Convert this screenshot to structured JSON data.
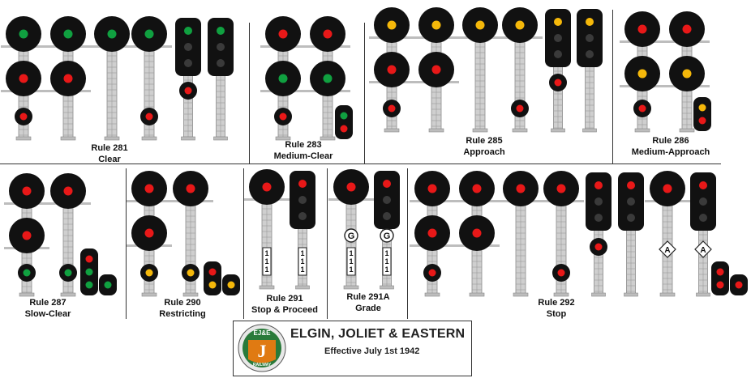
{
  "colors": {
    "red": "#e81818",
    "green": "#10a040",
    "yellow": "#f5b80a",
    "unlit": "#3a3a3a",
    "head": "#111111",
    "mast": "#cfcfcf",
    "emblem_orange": "#e07a12",
    "emblem_green": "#2a7a3a"
  },
  "rules": [
    {
      "id": "281",
      "title": "Rule 281",
      "name": "Clear",
      "signals": [
        {
          "type": "sema",
          "aspects": [
            "green",
            "red"
          ],
          "dwarf": "red"
        },
        {
          "type": "sema",
          "aspects": [
            "green",
            "red"
          ]
        },
        {
          "type": "sema",
          "aspects": [
            "green"
          ]
        },
        {
          "type": "sema",
          "aspects": [
            "green"
          ],
          "dwarf": "red"
        },
        {
          "type": "light",
          "lamps": [
            "green",
            "unlit",
            "unlit"
          ],
          "dwarf": "red"
        },
        {
          "type": "light",
          "lamps": [
            "green",
            "unlit",
            "unlit"
          ]
        }
      ]
    },
    {
      "id": "283",
      "title": "Rule 283",
      "name": "Medium-Clear",
      "signals": [
        {
          "type": "sema",
          "aspects": [
            "red",
            "green"
          ],
          "dwarf": "red"
        },
        {
          "type": "sema",
          "aspects": [
            "red",
            "green"
          ]
        },
        {
          "type": "dwarf",
          "lamps": [
            "green",
            "red"
          ]
        }
      ]
    },
    {
      "id": "285",
      "title": "Rule 285",
      "name": "Approach",
      "signals": [
        {
          "type": "sema",
          "aspects": [
            "yellow",
            "red"
          ],
          "dwarf": "red"
        },
        {
          "type": "sema",
          "aspects": [
            "yellow",
            "red"
          ]
        },
        {
          "type": "sema",
          "aspects": [
            "yellow"
          ]
        },
        {
          "type": "sema",
          "aspects": [
            "yellow"
          ],
          "dwarf": "red"
        },
        {
          "type": "light",
          "lamps": [
            "yellow",
            "unlit",
            "unlit"
          ],
          "dwarf": "red"
        },
        {
          "type": "light",
          "lamps": [
            "yellow",
            "unlit",
            "unlit"
          ]
        }
      ]
    },
    {
      "id": "286",
      "title": "Rule 286",
      "name": "Medium-Approach",
      "signals": [
        {
          "type": "sema",
          "aspects": [
            "red",
            "yellow"
          ],
          "dwarf": "red"
        },
        {
          "type": "sema",
          "aspects": [
            "red",
            "yellow"
          ]
        },
        {
          "type": "dwarf",
          "lamps": [
            "yellow",
            "red"
          ]
        }
      ]
    },
    {
      "id": "287",
      "title": "Rule 287",
      "name": "Slow-Clear",
      "signals": [
        {
          "type": "sema",
          "aspects": [
            "red",
            "red"
          ],
          "dwarf": "green"
        },
        {
          "type": "sema",
          "aspects": [
            "red"
          ],
          "dwarf": "green"
        },
        {
          "type": "dwarf",
          "lamps": [
            "red",
            "green",
            "green"
          ]
        },
        {
          "type": "dwarf",
          "lamps": [
            "green"
          ]
        }
      ]
    },
    {
      "id": "290",
      "title": "Rule 290",
      "name": "Restricting",
      "signals": [
        {
          "type": "sema",
          "aspects": [
            "red",
            "red"
          ],
          "dwarf": "yellow"
        },
        {
          "type": "sema",
          "aspects": [
            "red"
          ],
          "dwarf": "yellow"
        },
        {
          "type": "dwarf",
          "lamps": [
            "red",
            "yellow"
          ]
        },
        {
          "type": "dwarf",
          "lamps": [
            "yellow"
          ]
        }
      ]
    },
    {
      "id": "291",
      "title": "Rule 291",
      "name": "Stop & Proceed",
      "signals": [
        {
          "type": "sema",
          "aspects": [
            "red"
          ],
          "number_plate": "111"
        },
        {
          "type": "light",
          "lamps": [
            "red",
            "unlit",
            "unlit"
          ],
          "number_plate": "111"
        }
      ]
    },
    {
      "id": "291A",
      "title": "Rule 291A",
      "name": "Grade",
      "signals": [
        {
          "type": "sema",
          "aspects": [
            "red"
          ],
          "number_plate": "111",
          "g_plate": "G"
        },
        {
          "type": "light",
          "lamps": [
            "red",
            "unlit",
            "unlit"
          ],
          "number_plate": "111",
          "g_plate": "G"
        }
      ]
    },
    {
      "id": "292",
      "title": "Rule 292",
      "name": "Stop",
      "signals": [
        {
          "type": "sema",
          "aspects": [
            "red",
            "red"
          ],
          "dwarf": "red"
        },
        {
          "type": "sema",
          "aspects": [
            "red",
            "red"
          ]
        },
        {
          "type": "sema",
          "aspects": [
            "red"
          ]
        },
        {
          "type": "sema",
          "aspects": [
            "red"
          ],
          "dwarf": "red"
        },
        {
          "type": "light",
          "lamps": [
            "red",
            "unlit",
            "unlit"
          ],
          "dwarf": "red"
        },
        {
          "type": "light",
          "lamps": [
            "red",
            "unlit",
            "unlit"
          ]
        },
        {
          "type": "sema",
          "aspects": [
            "red"
          ],
          "a_plate": "A"
        },
        {
          "type": "light",
          "lamps": [
            "red",
            "unlit",
            "unlit"
          ],
          "a_plate": "A"
        },
        {
          "type": "dwarf",
          "lamps": [
            "red",
            "red"
          ]
        },
        {
          "type": "dwarf",
          "lamps": [
            "red"
          ]
        }
      ]
    }
  ],
  "footer": {
    "company": "ELGIN, JOLIET & EASTERN",
    "effective": "Effective July 1st 1942",
    "emblem_top": "EJ&E",
    "emblem_letter": "J",
    "emblem_bottom": "RAILWAY"
  }
}
